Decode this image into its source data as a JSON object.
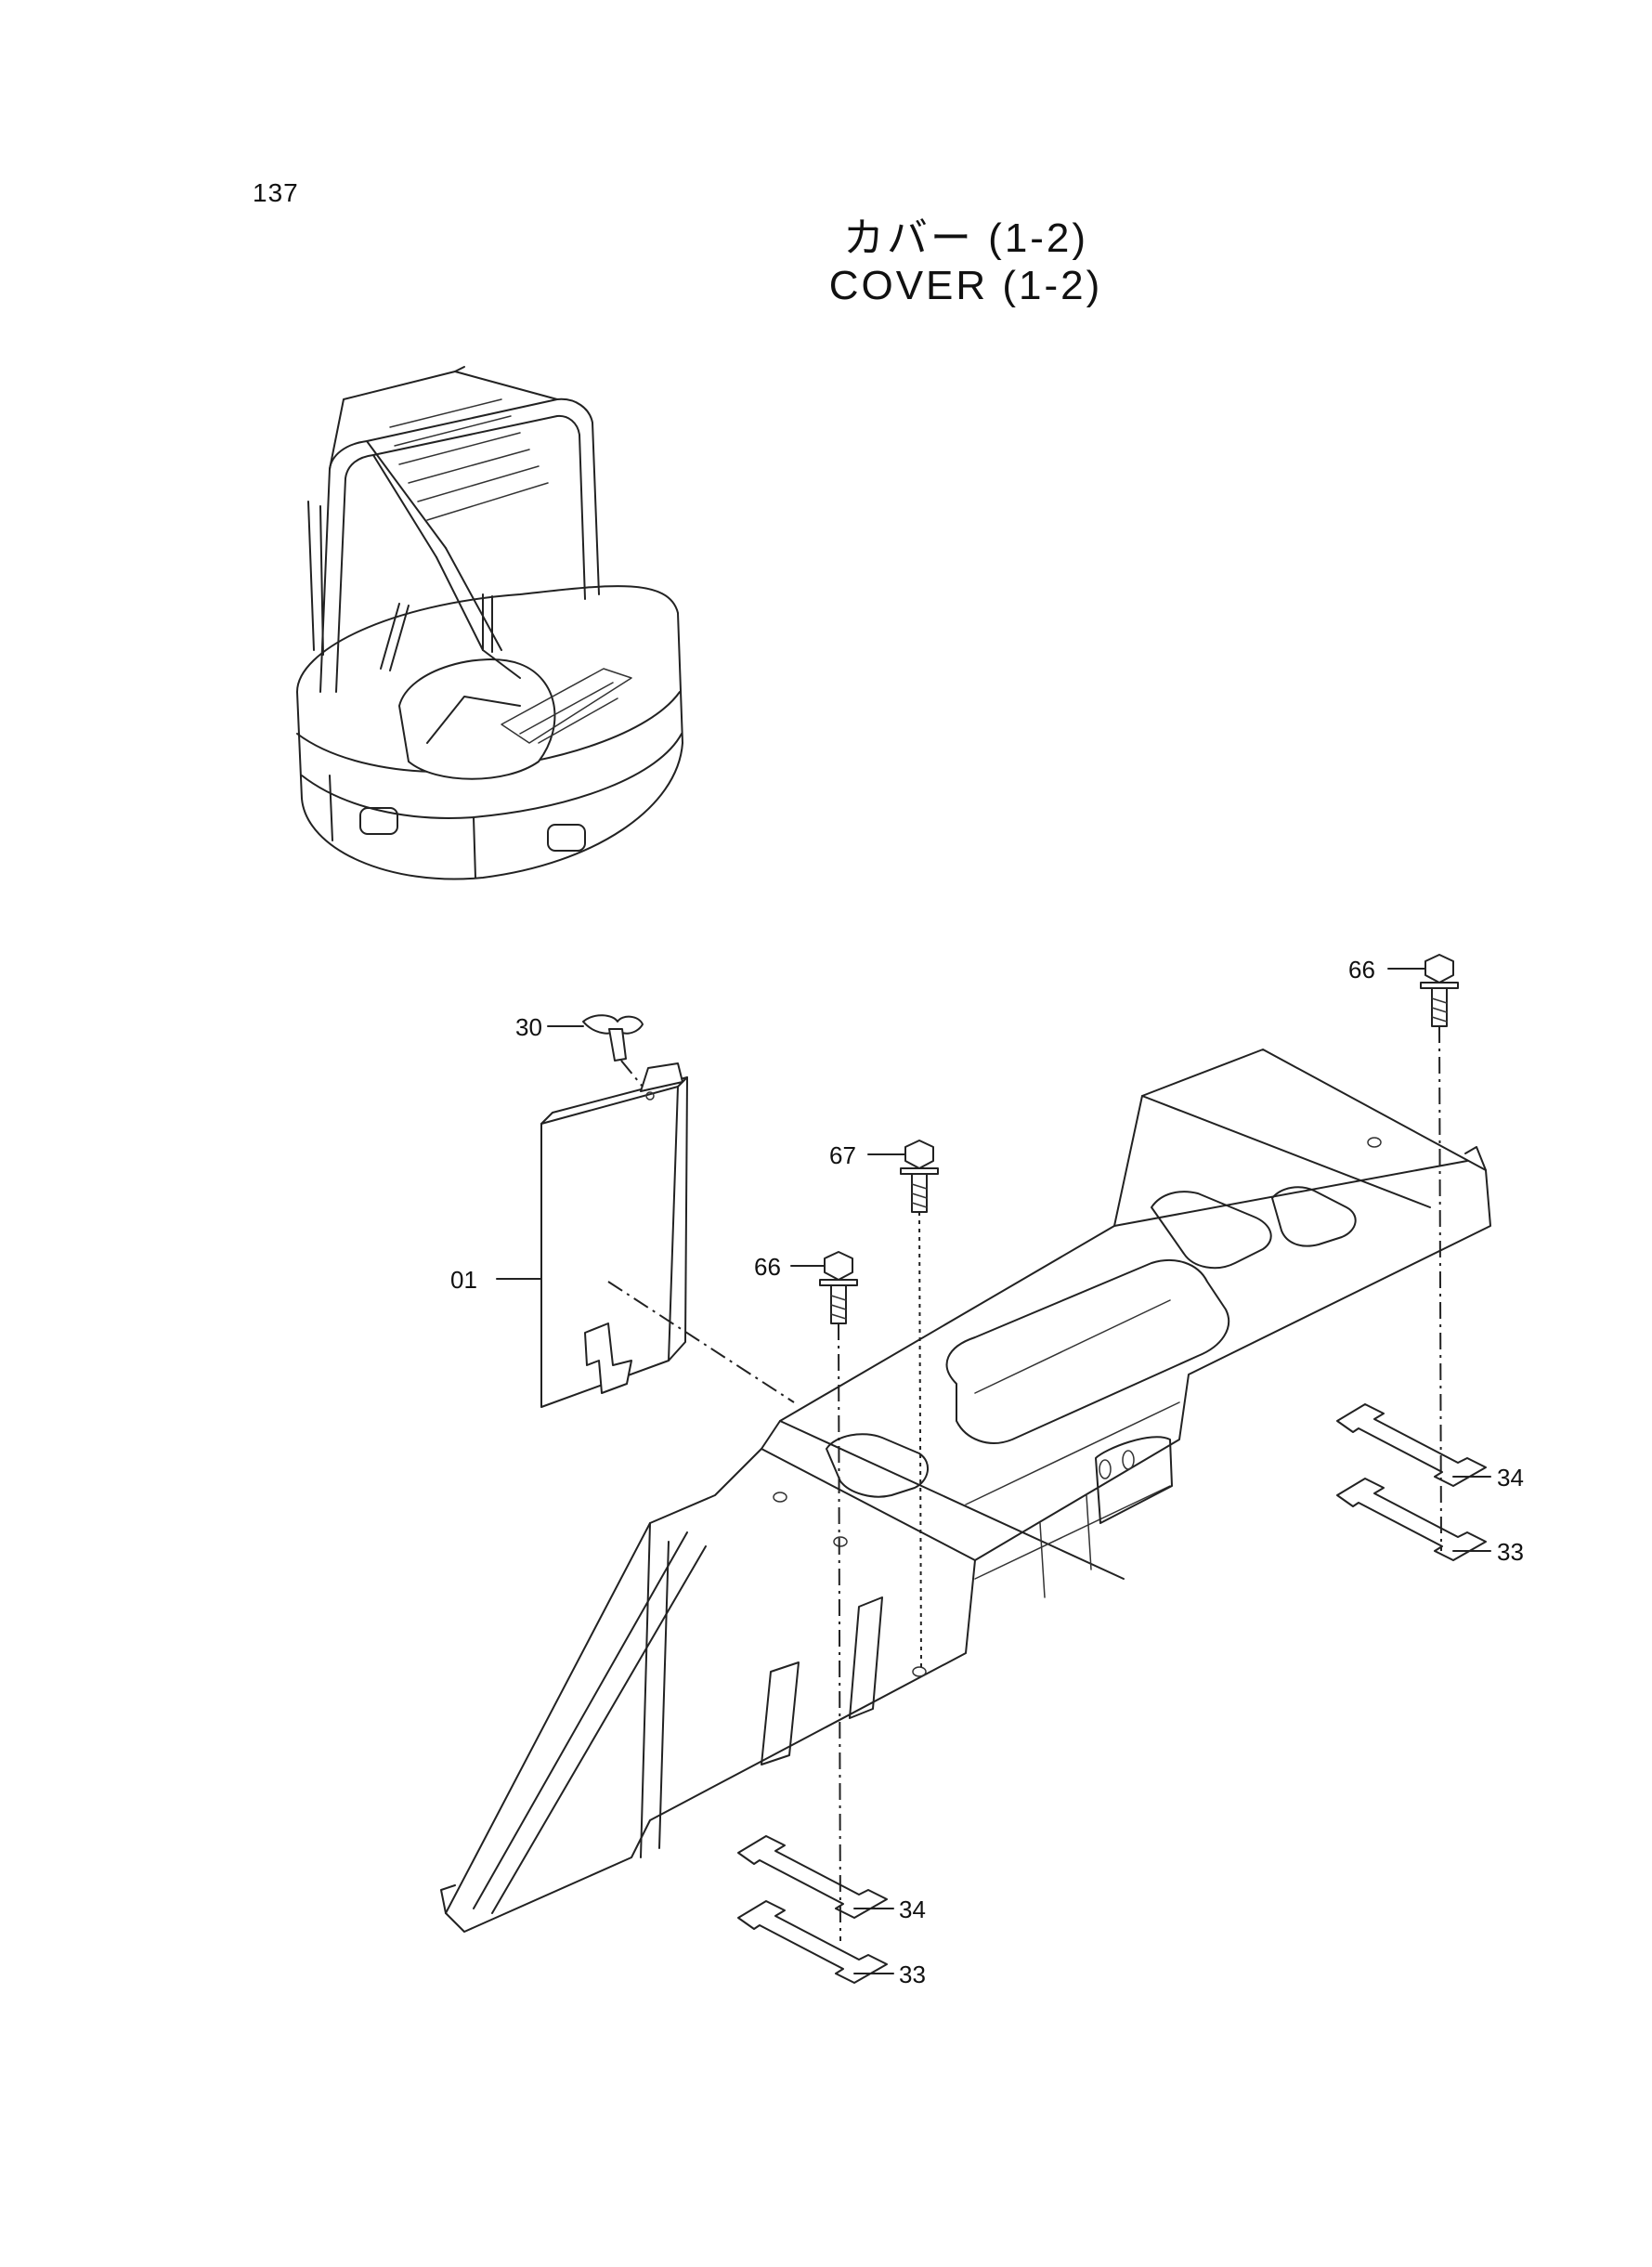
{
  "page_number": "137",
  "title": {
    "japanese": "カバー  (1-2)",
    "english": "COVER  (1-2)"
  },
  "callouts": [
    {
      "id": "callout-30",
      "label": "30"
    },
    {
      "id": "callout-01",
      "label": "01"
    },
    {
      "id": "callout-67",
      "label": "67"
    },
    {
      "id": "callout-66a",
      "label": "66"
    },
    {
      "id": "callout-66b",
      "label": "66"
    },
    {
      "id": "callout-34a",
      "label": "34"
    },
    {
      "id": "callout-33a",
      "label": "33"
    },
    {
      "id": "callout-34b",
      "label": "34"
    },
    {
      "id": "callout-33b",
      "label": "33"
    }
  ],
  "illustrations": {
    "overview": "excavator-overview-illustration",
    "assembly": "cover-assembly-illustration"
  }
}
